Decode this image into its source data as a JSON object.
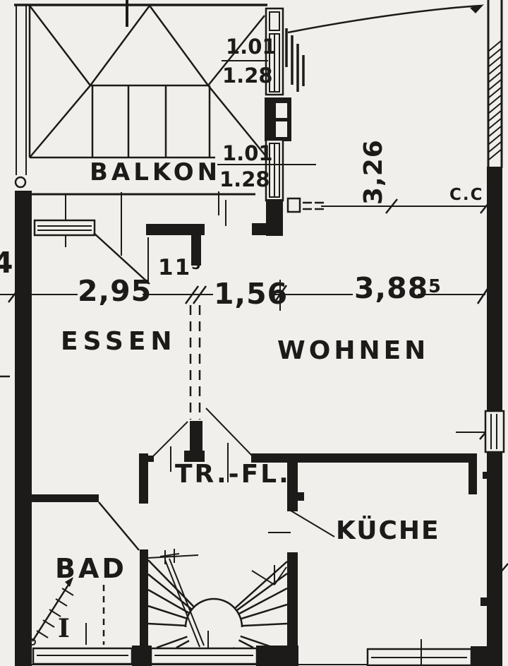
{
  "colors": {
    "ink": "#1c1b19",
    "paper": "#f1efeb"
  },
  "rooms": {
    "balkon": "BALKON",
    "essen": "ESSEN",
    "wohnen": "WOHNEN",
    "trfl": "TR.-FL.",
    "kueche": "KÜCHE",
    "bad": "BAD"
  },
  "dims": {
    "left_cut": "4",
    "essen_width": "2,95",
    "wall_thickness": {
      "base": "11",
      "sup": "5"
    },
    "passage_width": "1,56",
    "wohnen_width": {
      "base": "3,88",
      "sup": "5"
    },
    "wohnen_depth": "3,26",
    "window_upper": {
      "width": "1.01",
      "height": "1.28"
    },
    "window_lower": {
      "width": "1.01",
      "height": "1.28"
    }
  },
  "annotations": {
    "cut_label": "C.C",
    "bad_marker": "I"
  }
}
